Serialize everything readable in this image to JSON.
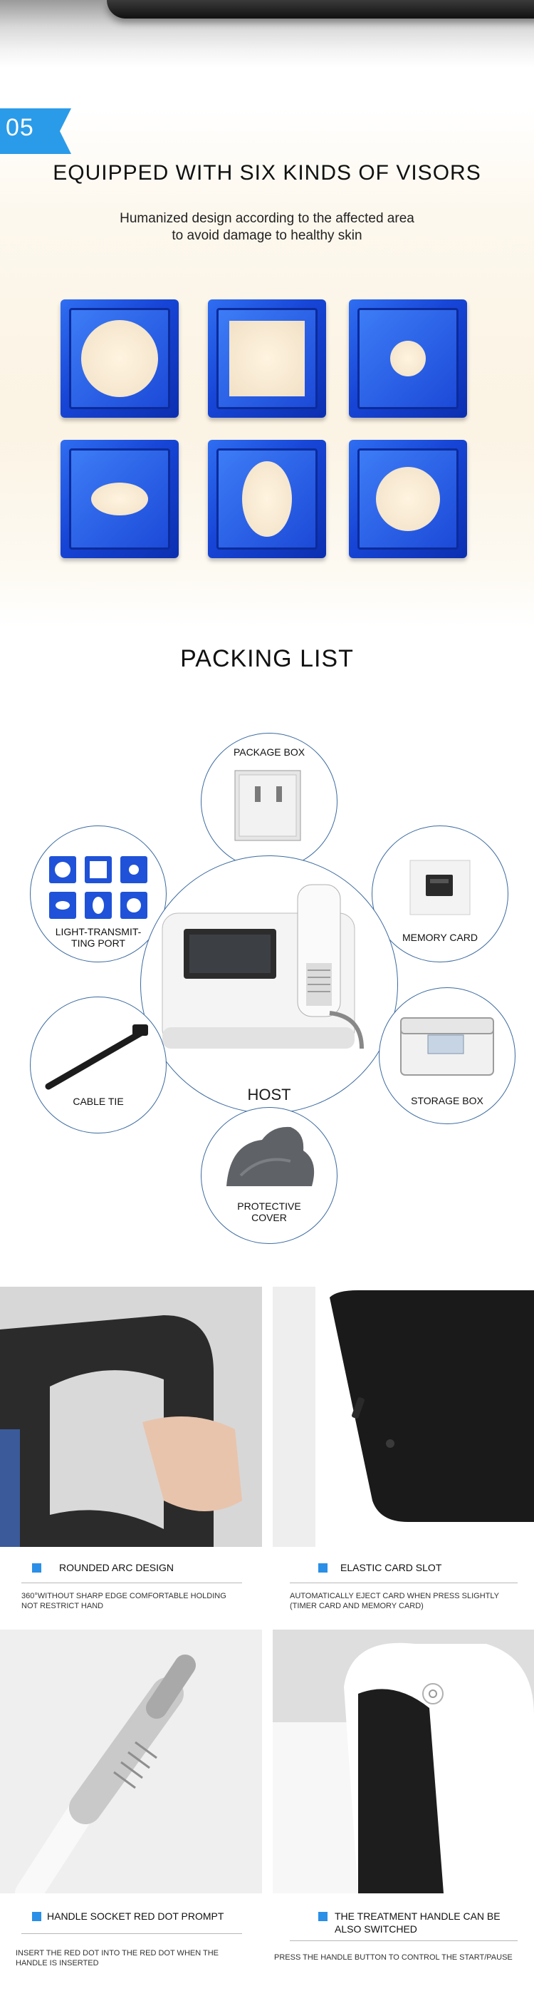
{
  "section05": {
    "number": "05",
    "title": "EQUIPPED WITH SIX KINDS OF VISORS",
    "subtitle_line1": "Humanized design according to the affected area",
    "subtitle_line2": "to avoid damage to healthy skin",
    "visor_shapes": [
      "large-circle",
      "square",
      "small-circle",
      "horizontal-oval",
      "vertical-oval",
      "medium-circle"
    ]
  },
  "packing": {
    "title": "PACKING LIST",
    "items": {
      "package_box": "PACKAGE BOX",
      "light_port_1": "LIGHT-TRANSMIT-",
      "light_port_2": "TING PORT",
      "memory_card": "MEMORY CARD",
      "host": "HOST",
      "cable_tie": "CABLE TIE",
      "storage_box": "STORAGE BOX",
      "cover_1": "PROTECTIVE",
      "cover_2": "COVER"
    }
  },
  "features": [
    {
      "title": "ROUNDED ARC DESIGN",
      "desc_1": "360°WITHOUT SHARP EDGE COMFORTABLE HOLDING",
      "desc_2": "NOT RESTRICT HAND"
    },
    {
      "title": "ELASTIC CARD SLOT",
      "desc_1": "AUTOMATICALLY EJECT CARD WHEN PRESS SLIGHTLY",
      "desc_2": "(TIMER CARD AND MEMORY CARD)"
    },
    {
      "title": "HANDLE SOCKET RED DOT PROMPT",
      "desc_1": "INSERT THE RED DOT INTO THE RED DOT WHEN THE",
      "desc_2": "HANDLE IS INSERTED"
    },
    {
      "title_1": "THE TREATMENT HANDLE CAN BE",
      "title_2": "ALSO SWITCHED",
      "desc_1": "PRESS THE HANDLE BUTTON TO CONTROL THE START/PAUSE"
    }
  ],
  "colors": {
    "accent": "#2a8fe6",
    "visor_blue": "#1745d6",
    "circle_border": "#3b6aa0"
  }
}
